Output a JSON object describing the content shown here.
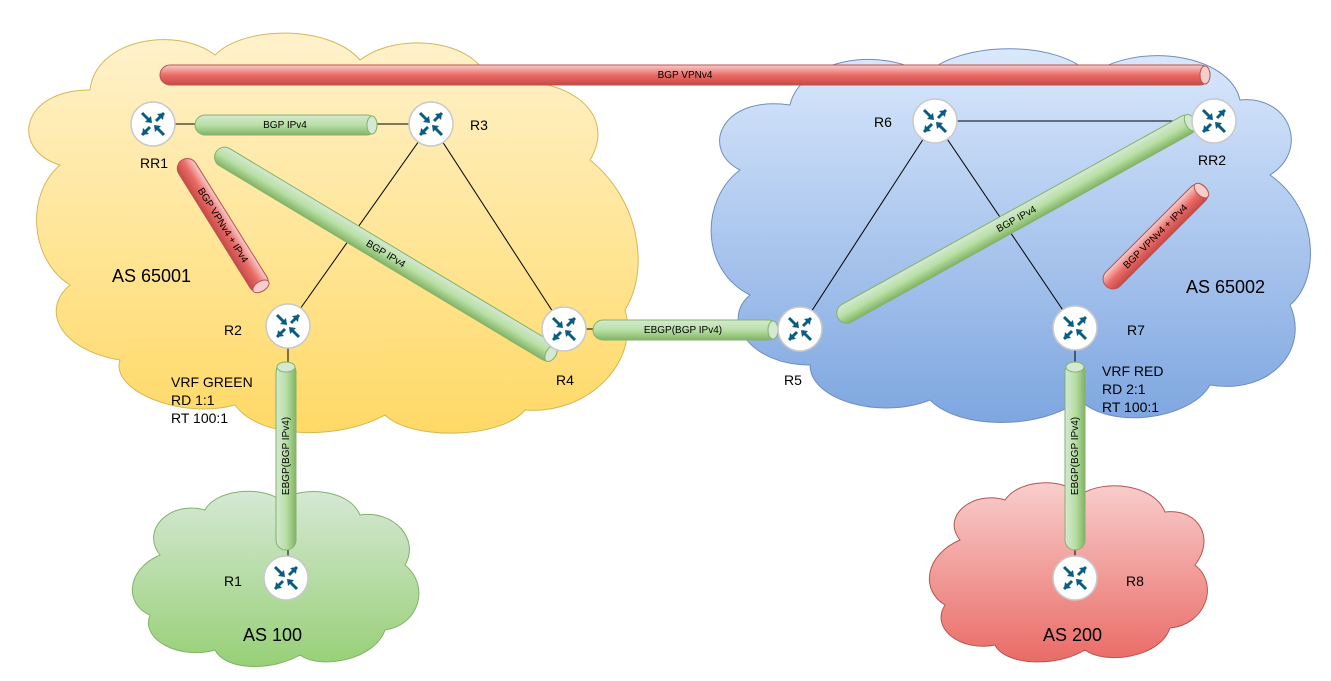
{
  "clouds": {
    "as65001": "AS 65001",
    "as65002": "AS 65002",
    "as100": "AS 100",
    "as200": "AS 200"
  },
  "routers": {
    "rr1": "RR1",
    "r2": "R2",
    "r3": "R3",
    "r4": "R4",
    "r5": "R5",
    "r6": "R6",
    "r7": "R7",
    "rr2": "RR2",
    "r1": "R1",
    "r8": "R8"
  },
  "sessions": {
    "top_vpnv4": "BGP VPNv4",
    "rr1_r3": "BGP IPv4",
    "rr1_r4": "BGP IPv4",
    "rr1_r2": "BGP VPNv4 + IPv4",
    "r4_r5": "EBGP(BGP IPv4)",
    "r5_rr2": "BGP IPv4",
    "rr2_r7": "BGP VPNv4 + IPv4",
    "r2_r1": "EBGP(BGP IPv4)",
    "r7_r8": "EBGP(BGP IPv4)"
  },
  "vrf_green": {
    "name": "VRF GREEN",
    "rd": "RD 1:1",
    "rt": "RT 100:1"
  },
  "vrf_red": {
    "name": "VRF RED",
    "rd": "RD 2:1",
    "rt": "RT 100:1"
  },
  "colors": {
    "yellow_cloud": "#ffe599",
    "blue_cloud": "#a9c4eb",
    "green_cloud": "#97d077",
    "red_cloud": "#ea6b66",
    "green_pipe": "#b9e0a5",
    "red_pipe": "#ea6b66",
    "router_icon": "#0a5d82"
  }
}
